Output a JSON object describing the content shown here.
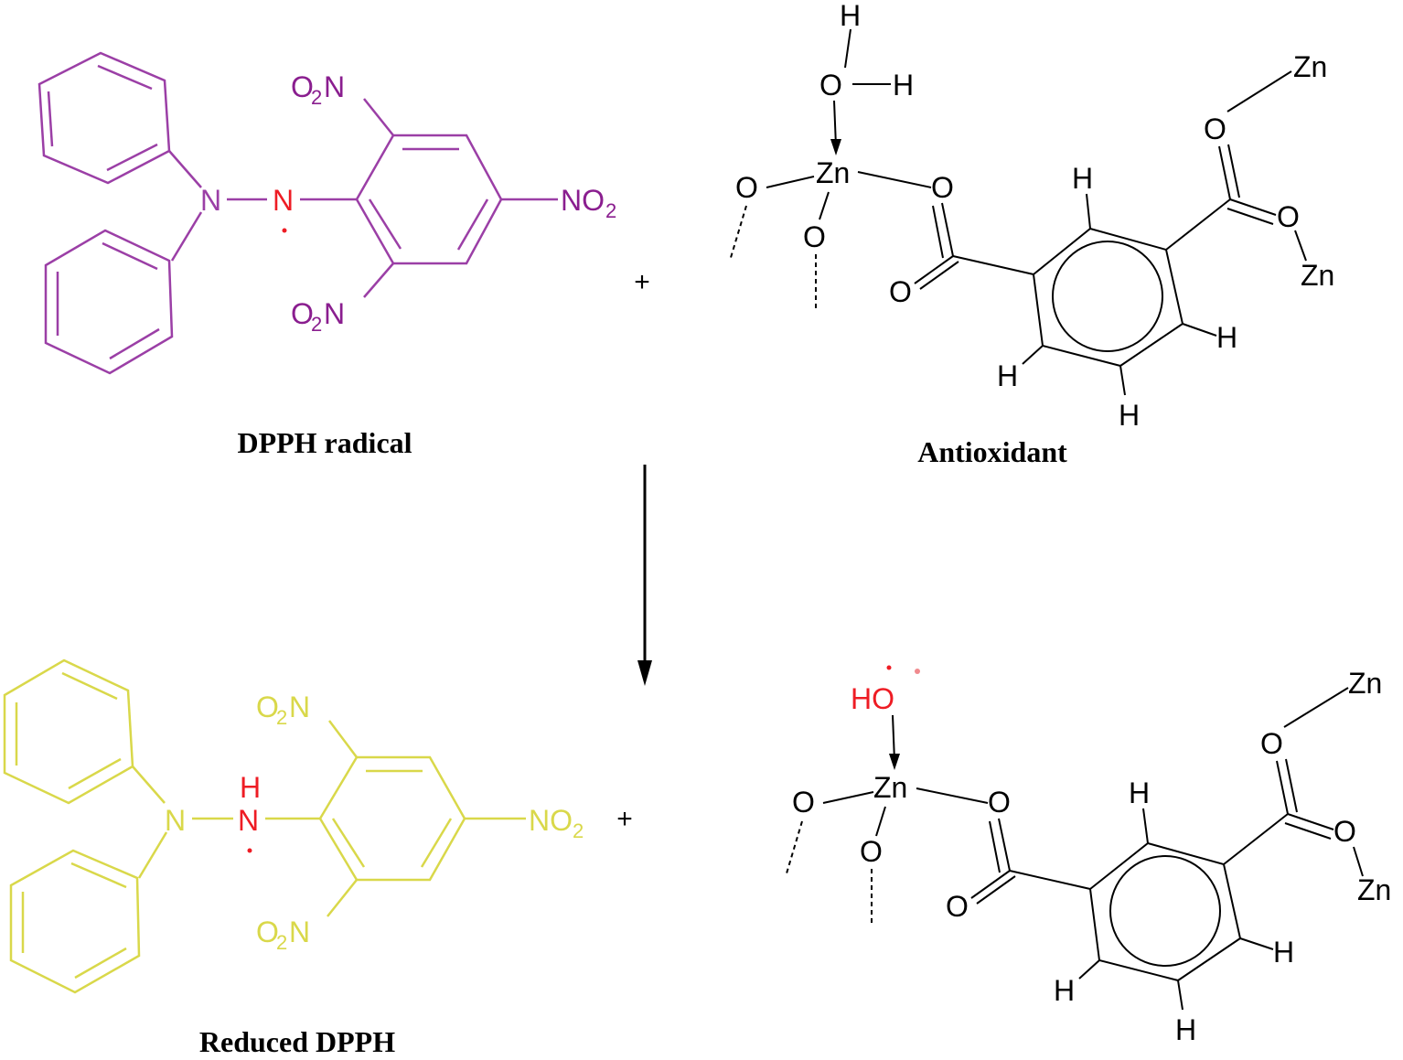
{
  "colors": {
    "dpph_radical": "#9b3fa6",
    "dpph_radical_label": "#8a1e8f",
    "reduced_dpph": "#d9d84a",
    "highlight": "#ee1c24",
    "ink": "#000000"
  },
  "labels": {
    "dpph_radical": "DPPH radical",
    "antioxidant": "Antioxidant",
    "reduced_dpph": "Reduced DPPH",
    "plus_top": "+",
    "plus_bottom": "+"
  },
  "atoms": {
    "N": "N",
    "O": "O",
    "Zn": "Zn",
    "H": "H",
    "NO": "NO",
    "sub2": "2",
    "HO": "HO"
  }
}
